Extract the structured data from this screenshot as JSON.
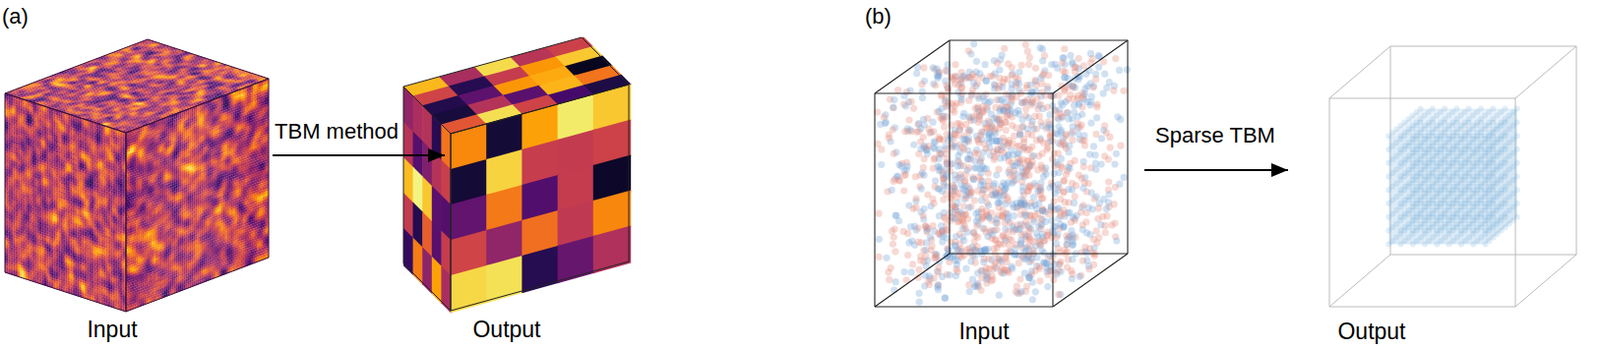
{
  "diagram": {
    "nodes": [
      {
        "text": [
          "Input"
        ]
      },
      {
        "text": [
          "Output"
        ]
      },
      {
        "text": [
          "Input"
        ]
      },
      {
        "text": [
          "Output"
        ]
      }
    ],
    "edges": [
      {
        "from": 0,
        "to": 1,
        "arrow": "to",
        "label": "TBM method"
      },
      {
        "from": 2,
        "to": 3,
        "arrow": "to",
        "label": "Sparse TBM"
      }
    ],
    "labels": [
      "(a)",
      "(b)"
    ]
  }
}
